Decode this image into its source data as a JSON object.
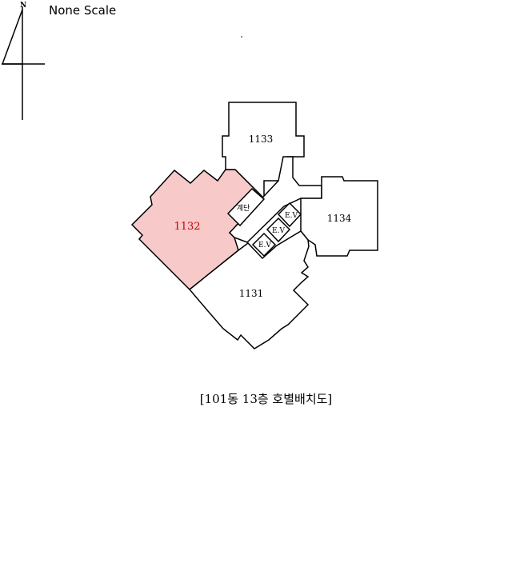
{
  "north_label": "N",
  "scale_label": "None Scale",
  "caption": "[101동 13층 호별배치도]",
  "units": [
    {
      "id": "1131",
      "label": "1131",
      "highlighted": false
    },
    {
      "id": "1132",
      "label": "1132",
      "highlighted": true
    },
    {
      "id": "1133",
      "label": "1133",
      "highlighted": false
    },
    {
      "id": "1134",
      "label": "1134",
      "highlighted": false
    }
  ],
  "stair_label": "계단",
  "elevator_labels": [
    "E.V",
    "E.V",
    "E.V"
  ],
  "colors": {
    "highlight_fill": "#f7c9c9",
    "highlight_text": "#cc0000",
    "line": "#000000",
    "text": "#000000"
  }
}
